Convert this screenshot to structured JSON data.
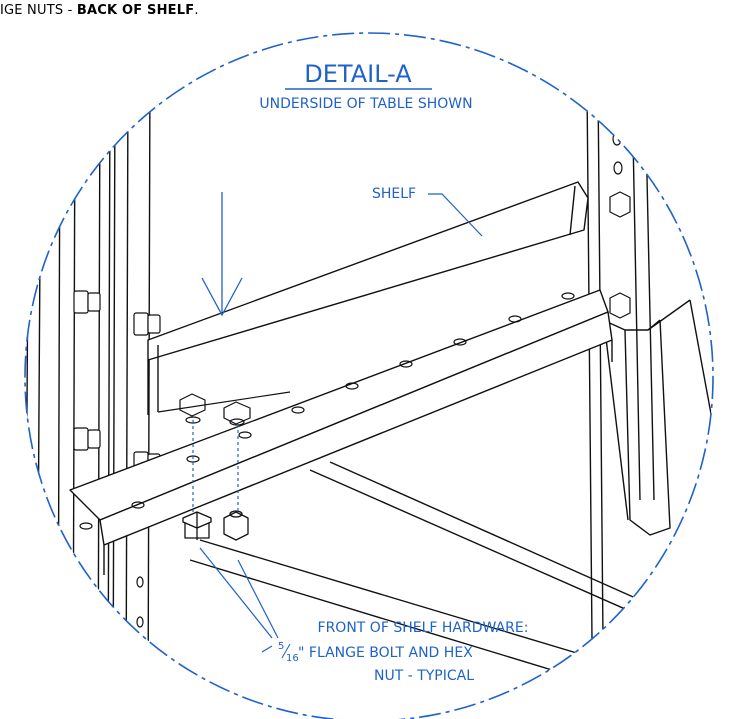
{
  "top_note": {
    "prefix": "IGE NUTS - ",
    "emphasis": "BACK OF SHELF",
    "suffix": "."
  },
  "detail": {
    "title": "DETAIL-A",
    "subtitle": "UNDERSIDE OF TABLE SHOWN"
  },
  "labels": {
    "shelf": "SHELF",
    "hardware_line1": "FRONT OF SHELF HARDWARE:",
    "hardware_fraction_num": "5",
    "hardware_fraction_den": "16",
    "hardware_line2_rest": "\" FLANGE BOLT AND HEX",
    "hardware_line3": "NUT - TYPICAL"
  },
  "colors": {
    "callout": "#1f62c9",
    "linework": "#111111",
    "border": "#1f62c9"
  },
  "icons": {
    "direction_arrow": "arrow-down-icon",
    "bolt": "flange-bolt-icon",
    "nut": "hex-nut-icon"
  }
}
